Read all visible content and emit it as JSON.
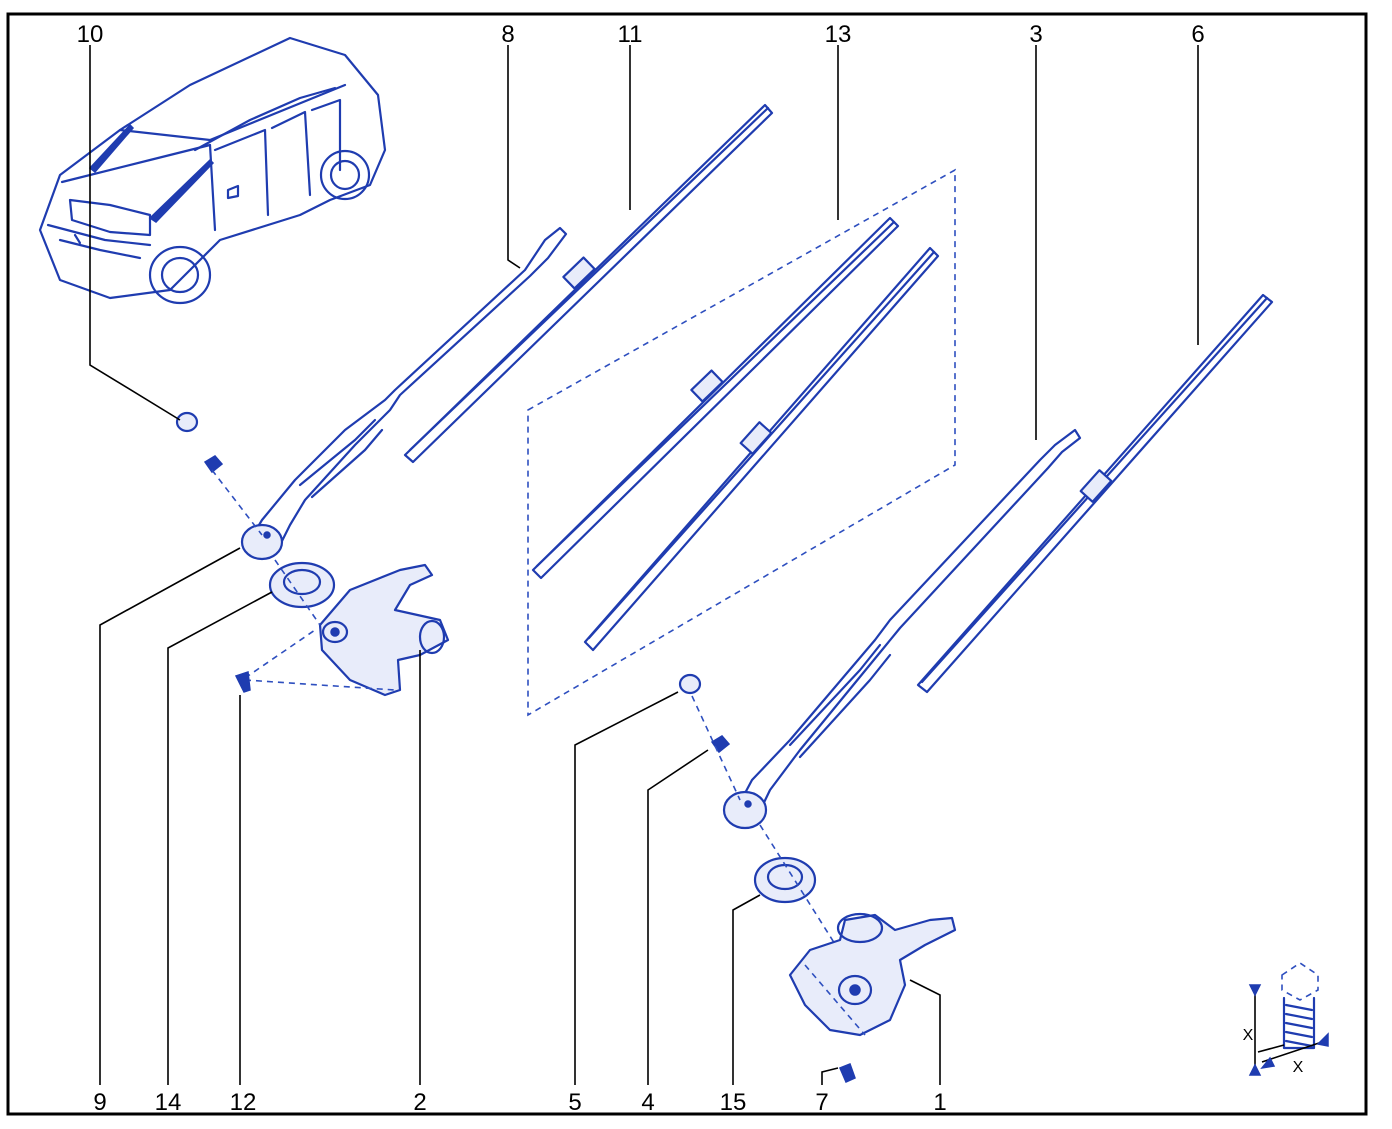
{
  "diagram": {
    "callouts": {
      "top": [
        "10",
        "8",
        "11",
        "13",
        "3",
        "6"
      ],
      "bottom": [
        "9",
        "14",
        "12",
        "2",
        "5",
        "4",
        "15",
        "7",
        "1"
      ]
    },
    "torque_inset": {
      "label_vertical": "X",
      "label_horizontal": "X"
    },
    "line_color": "#1f3cb0"
  }
}
